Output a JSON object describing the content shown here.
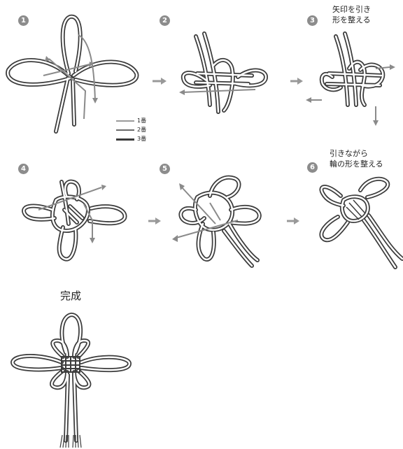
{
  "steps": [
    {
      "number": "1",
      "note": []
    },
    {
      "number": "2",
      "note": []
    },
    {
      "number": "3",
      "note": [
        "矢印を引き",
        "形を整える"
      ]
    },
    {
      "number": "4",
      "note": []
    },
    {
      "number": "5",
      "note": []
    },
    {
      "number": "6",
      "note": [
        "引きながら",
        "輪の形を整える"
      ]
    }
  ],
  "legend": [
    {
      "label": "1番",
      "color": "#9a9a9a"
    },
    {
      "label": "2番",
      "color": "#6a6a6a"
    },
    {
      "label": "3番",
      "color": "#3a3a3a"
    }
  ],
  "final_title": "完成",
  "colors": {
    "cord": "#3c3c3c",
    "cord_light": "#8a8a8a",
    "arrow": "#8a8a8a",
    "badge": "#8c8c8c"
  }
}
